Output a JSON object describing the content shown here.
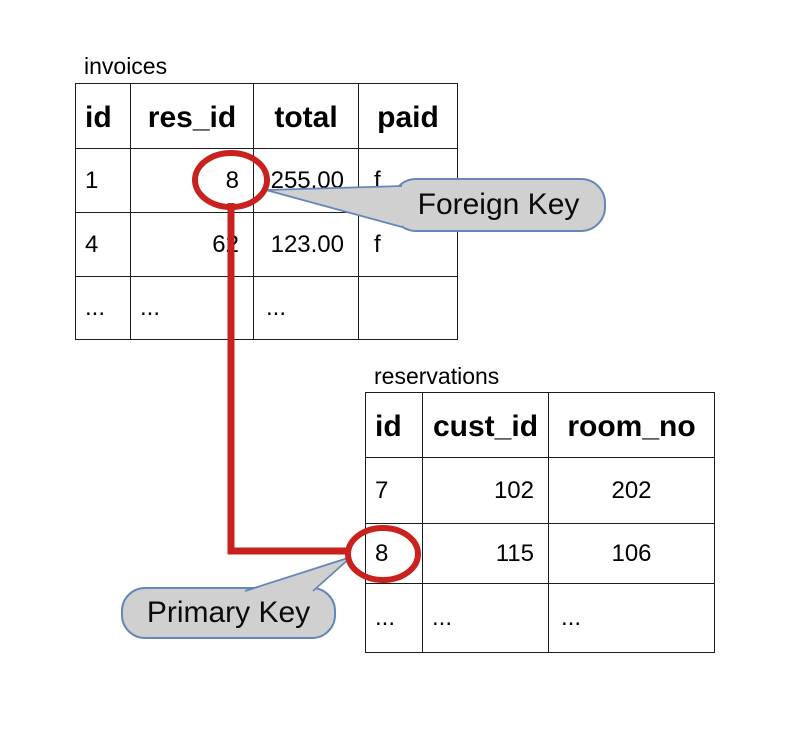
{
  "invoices_table": {
    "label": "invoices",
    "headers": [
      "id",
      "res_id",
      "total",
      "paid"
    ],
    "rows": [
      [
        "1",
        "8",
        "255.00",
        "f"
      ],
      [
        "4",
        "62",
        "123.00",
        "f"
      ],
      [
        "...",
        "...",
        "...",
        ""
      ]
    ]
  },
  "reservations_table": {
    "label": "reservations",
    "headers": [
      "id",
      "cust_id",
      "room_no"
    ],
    "rows": [
      [
        "7",
        "102",
        "202"
      ],
      [
        "8",
        "115",
        "106"
      ],
      [
        "...",
        "...",
        "..."
      ]
    ]
  },
  "callouts": {
    "foreign_key": "Foreign Key",
    "primary_key": "Primary Key"
  },
  "highlighted_values": {
    "foreign_key_value": "8",
    "primary_key_value": "8"
  },
  "colors": {
    "highlight_red": "#c9211e",
    "callout_fill": "#d0d0d0",
    "callout_border": "#6587b8",
    "table_border": "#1b1b1b"
  }
}
